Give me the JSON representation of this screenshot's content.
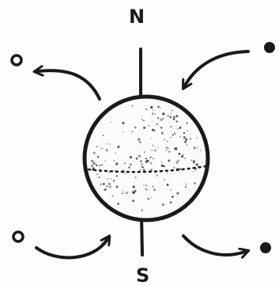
{
  "diagram": {
    "pole_north": "N",
    "pole_south": "S",
    "colors": {
      "ink": "#1a1a1a",
      "paper": "#fdfdfc",
      "speckle": "#3a3a3a"
    },
    "markers": [
      {
        "name": "upper-left-open-circle",
        "style": "open"
      },
      {
        "name": "upper-right-filled-dot",
        "style": "filled"
      },
      {
        "name": "lower-left-open-circle",
        "style": "open"
      },
      {
        "name": "lower-right-filled-dot",
        "style": "filled"
      }
    ]
  }
}
